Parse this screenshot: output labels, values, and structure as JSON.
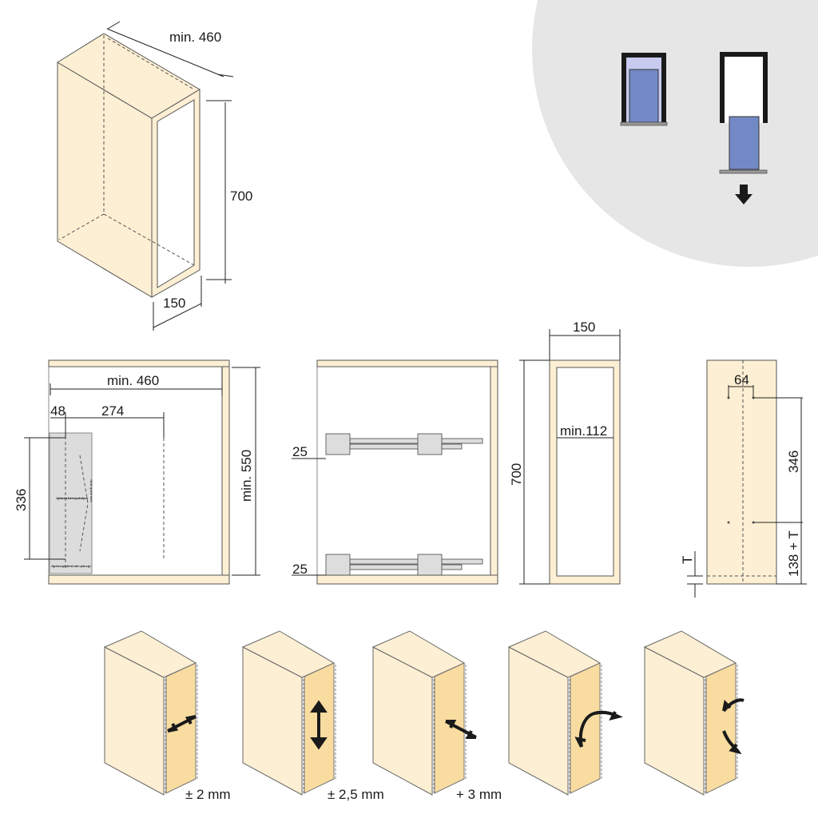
{
  "colors": {
    "wood": "#fdefd3",
    "door": "#f9dca0",
    "circle": "#e6e6e6",
    "basket": "#7389c6",
    "basket_light": "#c8cbef",
    "frame": "#1a1a1a"
  },
  "iso_cabinet": {
    "depth": "min. 460",
    "height": "700",
    "width": "150"
  },
  "pullout_icon": {
    "arrow": "arrow-down-icon"
  },
  "side_view_template": {
    "depth": "min. 460",
    "offset_front": "48",
    "offset_holes": "274",
    "hole_spacing": "336",
    "inner_height": "min. 550",
    "template_texts": [
      "Align this side with the front edge of the left panel",
      "Slide guide here",
      "Align this edge with the bottom plate edge"
    ]
  },
  "side_view_runners": {
    "top_offset": "25",
    "bottom_offset": "25"
  },
  "front_view": {
    "width": "150",
    "height": "700",
    "inner_width": "min.112"
  },
  "door_panel": {
    "hole_spacing": "64",
    "vertical_spacing": "346",
    "bottom_offset": "138 + T",
    "thickness": "T"
  },
  "adjustments": [
    {
      "label": "± 2 mm",
      "type": "lateral"
    },
    {
      "label": "± 2,5 mm",
      "type": "vertical"
    },
    {
      "label": "+ 3 mm",
      "type": "depth"
    },
    {
      "label": "",
      "type": "tilt"
    },
    {
      "label": "",
      "type": "rotation"
    }
  ]
}
